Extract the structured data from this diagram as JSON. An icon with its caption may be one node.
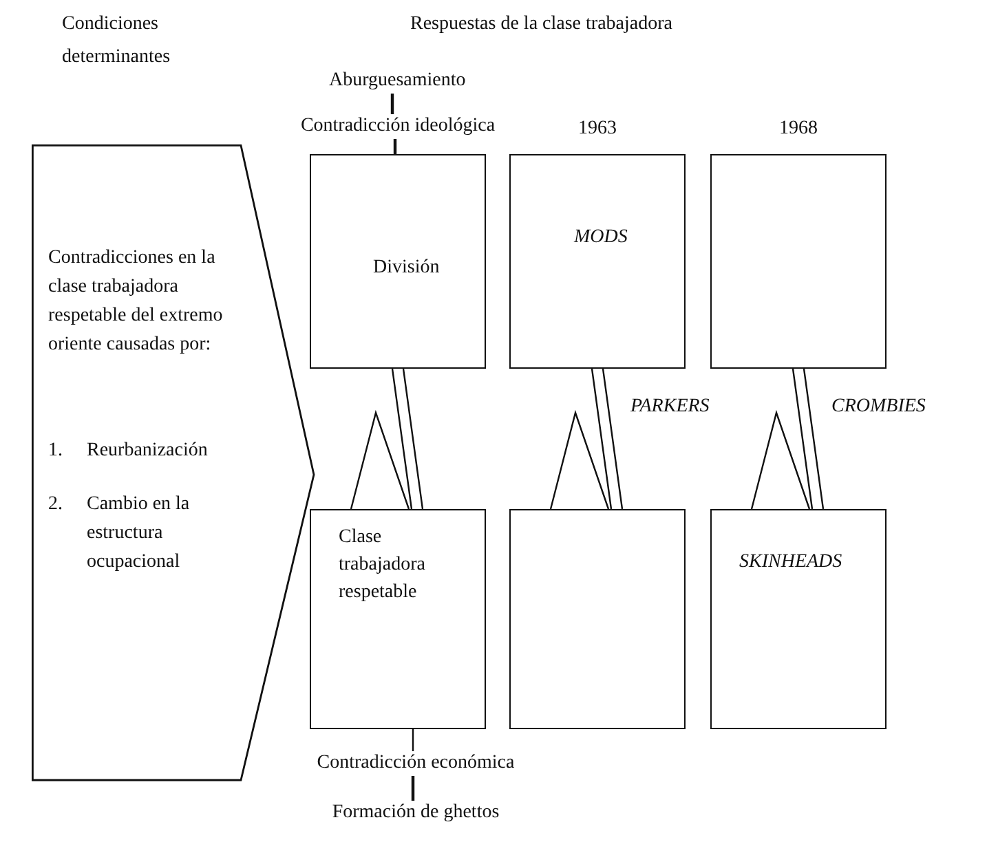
{
  "diagram": {
    "nodes": [
      {
        "text": [
          "Contradicciones en la clase trabajadora respetable del extremo oriente causadas por:",
          "1.",
          "Reurbanización",
          "2.",
          "Cambio en la estructura ocupacional"
        ]
      },
      {
        "text": [
          "Aburguesamiento"
        ]
      },
      {
        "text": [
          "Contradicción ideológica"
        ]
      },
      {
        "text": [
          "División"
        ]
      },
      {
        "text": [
          "MODS"
        ],
        "beside": [
          "1963"
        ]
      },
      {
        "text": [],
        "shape": "box",
        "beside": [
          "1968"
        ]
      },
      {
        "text": [
          "Clase trabajadora respetable"
        ]
      },
      {
        "text": [],
        "shape": "box"
      },
      {
        "text": [
          "SKINHEADS"
        ]
      },
      {
        "text": [
          "Contradicción económica"
        ]
      },
      {
        "text": [
          "Formación de ghettos"
        ]
      }
    ],
    "edges": [
      {
        "from": 1,
        "to": 2,
        "arrow": "none"
      },
      {
        "from": 2,
        "to": 3,
        "arrow": "none"
      },
      {
        "from": 3,
        "to": 6,
        "arrow": "none"
      },
      {
        "from": 4,
        "to": 7,
        "arrow": "none",
        "label": "PARKERS"
      },
      {
        "from": 5,
        "to": 8,
        "arrow": "none",
        "label": "CROMBIES"
      },
      {
        "from": 6,
        "to": 9,
        "arrow": "none"
      },
      {
        "from": 9,
        "to": 10,
        "arrow": "none"
      }
    ],
    "labels": [
      "Condiciones determinantes",
      "Respuestas de la clase trabajadora"
    ]
  }
}
